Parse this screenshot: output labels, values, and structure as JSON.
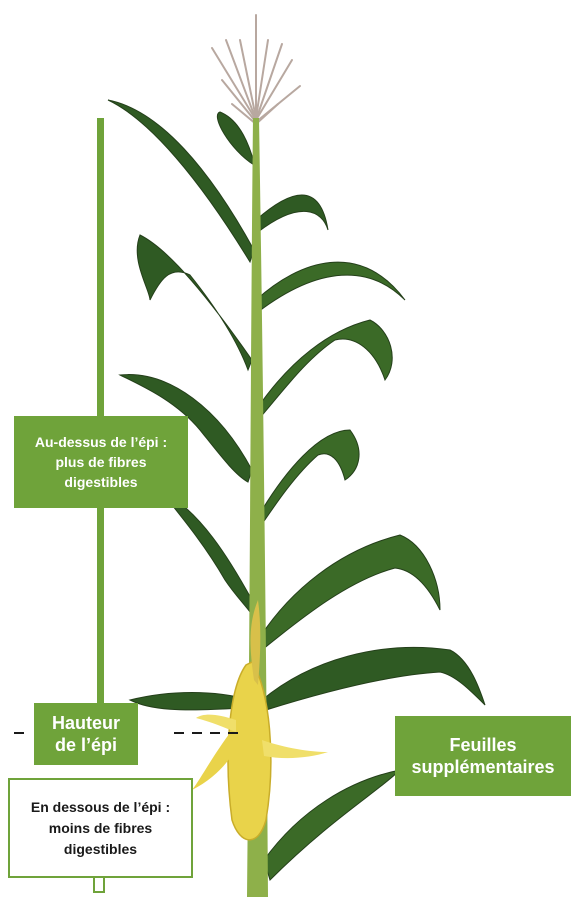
{
  "labels": {
    "above_ear": "Au-dessus de l’épi :\nplus de fibres\ndigestibles",
    "ear_height": "Hauteur\nde l’épi",
    "below_ear": "En dessous de l’épi :\nmoins de fibres\ndigestibles",
    "extra_leaves": "Feuilles\nsupplémentaires"
  },
  "colors": {
    "accent_green": "#6fa33a",
    "leaf_dark": "#2f5a23",
    "leaf_mid": "#4f7d33",
    "stalk": "#8eb04a",
    "husk": "#e9d34a",
    "tassel": "#b8a8a0"
  }
}
